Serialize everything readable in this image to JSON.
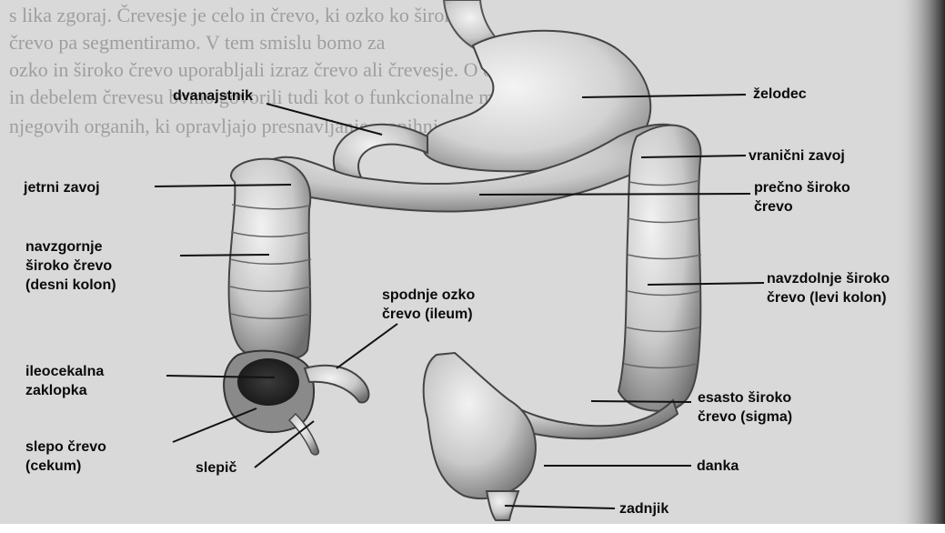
{
  "background_text": [
    "s lika zgoraj. Črevesje je celo in črevo, ki ozko ko široko",
    "črevo pa segmentiramo. V tem smislu bomo za",
    "ozko in široko črevo uporabljali izraz črevo ali črevesje. O ozkem",
    "in debelem črevesu bomo govorili tudi kot o funkcionalne mnogo",
    "njegovih organih, ki opravljajo presnavljanje, napihnjenost ter veliko"
  ],
  "labels": {
    "zelodec": "želodec",
    "dvanajstnik": "dvanajstnik",
    "vranicni_zavoj": "vranični zavoj",
    "jetrni_zavoj": "jetrni zavoj",
    "precno_1": "prečno široko",
    "precno_2": "črevo",
    "navzgornje_1": "navzgornje",
    "navzgornje_2": "široko črevo",
    "navzgornje_3": "(desni kolon)",
    "navzdolnje_1": "navzdolnje široko",
    "navzdolnje_2": "črevo (levi kolon)",
    "spodnje_1": "spodnje ozko",
    "spodnje_2": "črevo (ileum)",
    "ileocekalna_1": "ileocekalna",
    "ileocekalna_2": "zaklopka",
    "esasto_1": "esasto široko",
    "esasto_2": "črevo (sigma)",
    "slepo_1": "slepo črevo",
    "slepo_2": "(cekum)",
    "slepic": "slepič",
    "danka": "danka",
    "zadnjik": "zadnjik"
  },
  "colors": {
    "page": "#ffffff",
    "paper": "#d7d7d7",
    "organ_fill": "#cfcfcf",
    "organ_shadow": "#6e6e6e",
    "organ_highlight": "#f0f0f0",
    "ink": "#0a0a0a"
  }
}
